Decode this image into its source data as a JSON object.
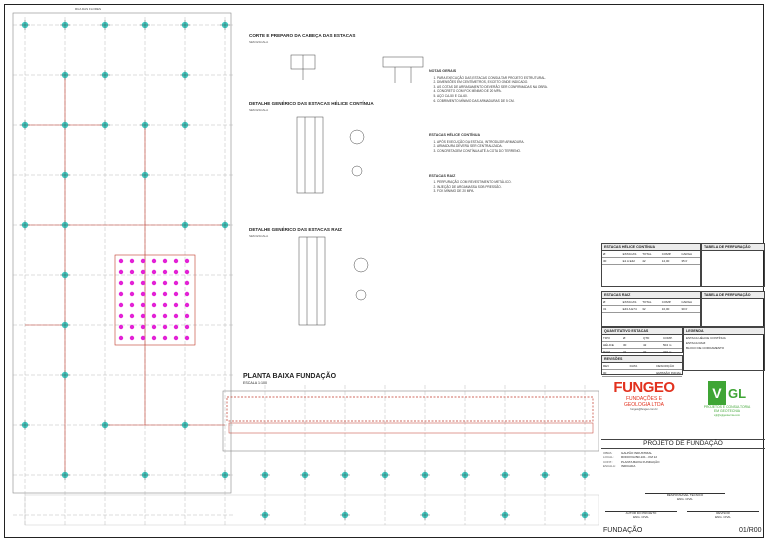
{
  "top_label": "RUA DAS FLORES",
  "details": {
    "corte": {
      "title": "CORTE E PREPARO DA CABEÇA DAS ESTACAS",
      "sub": "SEM ESCALA"
    },
    "helice": {
      "title": "DETALHE GENÉRICO DAS ESTACAS HÉLICE CONTÍNUA",
      "sub": "SEM ESCALA"
    },
    "raiz": {
      "title": "DETALHE GENÉRICO DAS ESTACAS RAIZ",
      "sub": "SEM ESCALA"
    }
  },
  "notes": {
    "section1_title": "NOTAS GERAIS",
    "section1": [
      "PARA EXECUÇÃO DAS ESTACAS CONSULTAR PROJETO ESTRUTURAL.",
      "DIMENSÕES EM CENTÍMETROS, EXCETO ONDE INDICADO.",
      "AS COTAS DE ARRASAMENTO DEVERÃO SER CONFIRMADAS NA OBRA.",
      "CONCRETO COM FCK MÍNIMO DE 20 MPA.",
      "AÇO CA-50 E CA-60.",
      "COBRIMENTO MÍNIMO DAS ARMADURAS DE 5 CM."
    ],
    "section2_title": "ESTACAS HÉLICE CONTÍNUA",
    "section2": [
      "APÓS EXECUÇÃO DA ESTACA, INTRODUZIR ARMADURA.",
      "ARMADURA DEVERÁ SER CENTRALIZADA.",
      "CONCRETAGEM CONTÍNUA ATÉ A COTA DO TERRENO."
    ],
    "section3_title": "ESTACAS RAIZ",
    "section3": [
      "PERFURAÇÃO COM REVESTIMENTO METÁLICO.",
      "INJEÇÃO DE ARGAMASSA SOB PRESSÃO.",
      "FCK MÍNIMO DE 20 MPA."
    ]
  },
  "plan": {
    "title": "PLANTA BAIXA FUNDAÇÃO",
    "scale": "ESCALA 1:100"
  },
  "table_helice": {
    "title": "ESTACAS HÉLICE CONTÍNUA",
    "subtitle": "TABELA DE PERFURAÇÃO",
    "headers": [
      "Ø",
      "ESTACAS",
      "TOTAL",
      "COMP.",
      "CARGA"
    ],
    "rows": [
      [
        "30",
        "E1 A E42",
        "42",
        "12,00",
        "35 tf"
      ]
    ]
  },
  "table_raiz": {
    "title": "ESTACAS RAIZ",
    "subtitle": "TABELA DE PERFURAÇÃO",
    "headers": [
      "Ø",
      "ESTACAS",
      "TOTAL",
      "COMP.",
      "CARGA"
    ],
    "rows": [
      [
        "31",
        "E43 A E74",
        "32",
        "10,00",
        "30 tf"
      ]
    ]
  },
  "table_quant": {
    "title": "QUANTITATIVO ESTACAS",
    "headers": [
      "TIPO",
      "Ø",
      "QTD",
      "COMP."
    ],
    "rows": [
      [
        "HÉLICE",
        "30",
        "42",
        "504 m"
      ],
      [
        "RAIZ",
        "31",
        "32",
        "320 m"
      ]
    ]
  },
  "legend": {
    "title": "LEGENDA",
    "items": [
      "ESTACA HÉLICE CONTÍNUA",
      "ESTACA RAIZ",
      "BLOCO DE COROAMENTO"
    ]
  },
  "revisions": {
    "title": "REVISÕES",
    "headers": [
      "REV",
      "DATA",
      "DESCRIÇÃO"
    ],
    "rows": [
      [
        "00",
        "",
        "EMISSÃO INICIAL"
      ]
    ]
  },
  "company_left": {
    "mark": "FUNGEO",
    "line1": "FUNDAÇÕES E",
    "line2": "GEOLOGIA LTDA",
    "small": "fungeo@fungeo.com.br"
  },
  "company_right": {
    "mark_v": "V",
    "mark_gl": "GL",
    "line1": "PROJETOS E CONSULTORIA",
    "line2": "EM GEOTECNIA",
    "small": "vgl@vglgeotecnia.com"
  },
  "project_title": "PROJETO DE FUNDAÇÃO",
  "info": [
    {
      "k": "OBRA:",
      "v": "GALPÃO INDUSTRIAL"
    },
    {
      "k": "LOCAL:",
      "v": "RODOVIA BR-101 - KM 12"
    },
    {
      "k": "CONT.:",
      "v": "PLANTA BAIXA FUNDAÇÃO"
    },
    {
      "k": "ESCALA:",
      "v": "INDICADA"
    }
  ],
  "signatures": [
    {
      "name": "RESPONSÁVEL TÉCNICO",
      "role": "ENG. CIVIL"
    },
    {
      "name": "AUTOR DO PROJETO",
      "role": "ENG. CIVIL"
    },
    {
      "name": "REVISOR",
      "role": "ENG. CIVIL"
    }
  ],
  "sheet_name": "FUNDAÇÃO",
  "sheet_number": "01/R00",
  "colors": {
    "pile": "#3ec9c0",
    "raiz_pile": "#e321d6",
    "beam": "#c0392b",
    "grid": "#999999"
  }
}
